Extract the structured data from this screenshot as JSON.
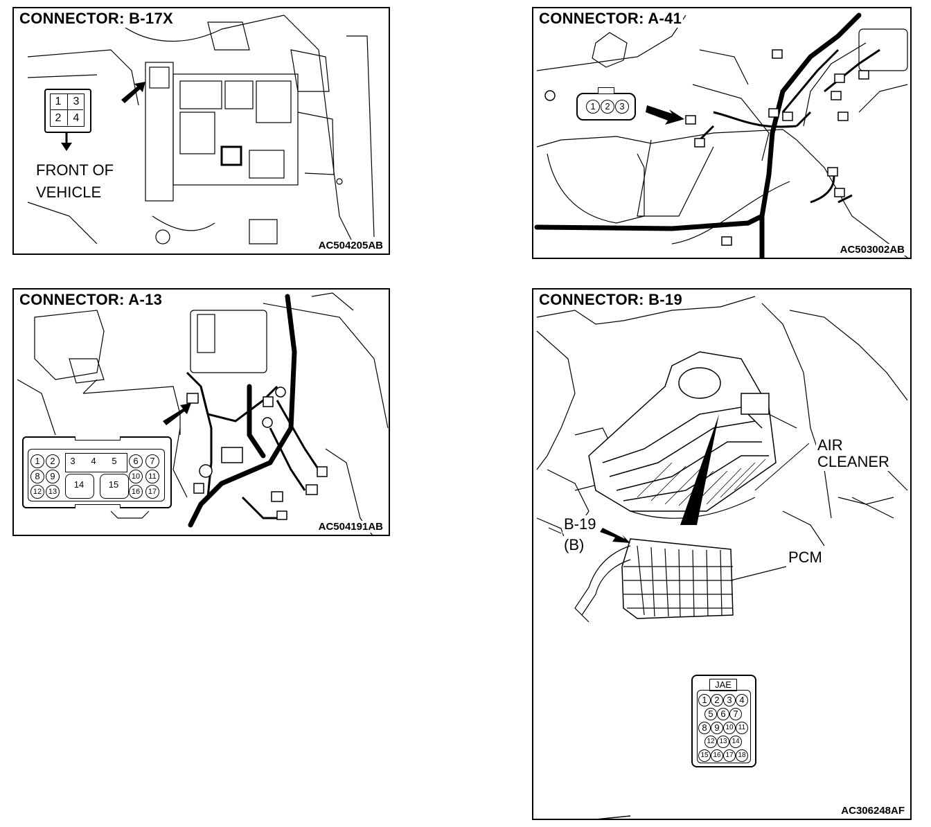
{
  "panels": {
    "b17x": {
      "title": "CONNECTOR: B-17X",
      "code": "AC504205AB",
      "pins": [
        "1",
        "2",
        "3",
        "4"
      ],
      "front_label_1": "FRONT OF",
      "front_label_2": "VEHICLE"
    },
    "a41": {
      "title": "CONNECTOR: A-41",
      "code": "AC503002AB",
      "pins": [
        "1",
        "2",
        "3"
      ]
    },
    "a13": {
      "title": "CONNECTOR: A-13",
      "code": "AC504191AB",
      "pins": [
        "1",
        "2",
        "3",
        "4",
        "5",
        "6",
        "7",
        "8",
        "9",
        "10",
        "11",
        "12",
        "13",
        "14",
        "15",
        "16",
        "17"
      ]
    },
    "b19": {
      "title": "CONNECTOR: B-19",
      "code": "AC306248AF",
      "air_label_1": "AIR",
      "air_label_2": "CLEANER",
      "connector_label": "B-19",
      "connector_sub": "(B)",
      "pcm_label": "PCM",
      "jae_label": "JAE",
      "pins": [
        "1",
        "2",
        "3",
        "4",
        "5",
        "6",
        "7",
        "8",
        "9",
        "10",
        "11",
        "12",
        "13",
        "14",
        "15",
        "16",
        "17",
        "18"
      ]
    }
  }
}
